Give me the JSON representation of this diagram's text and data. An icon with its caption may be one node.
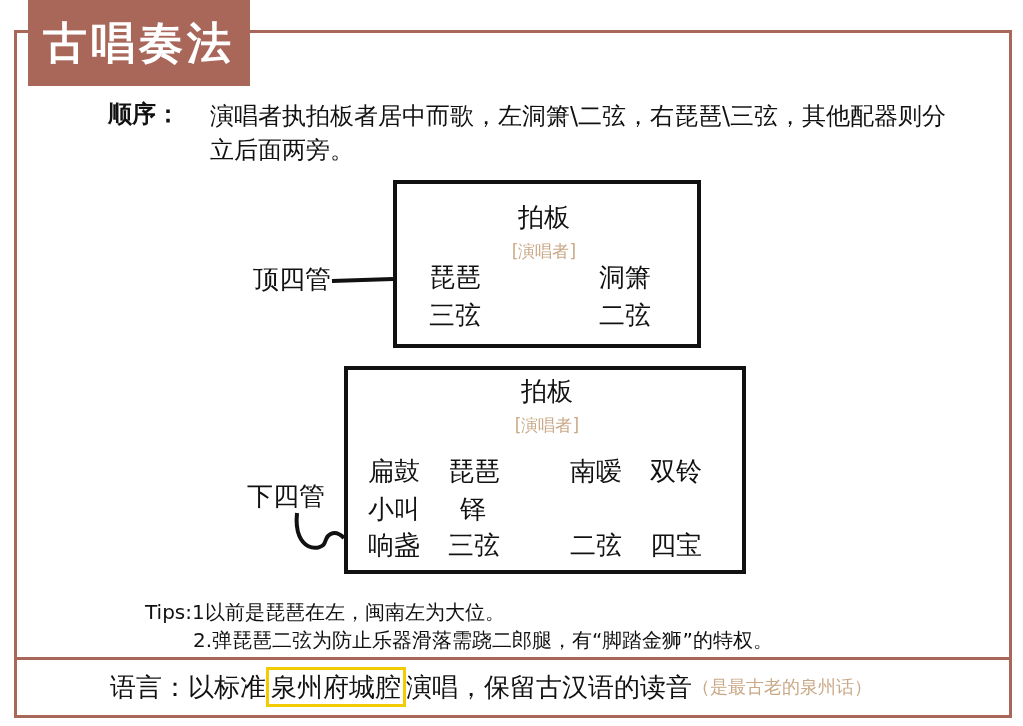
{
  "diagram": {
    "title": "古唱奏法",
    "nodes": [
      {
        "text": [
          "拍板",
          "[演唱者]",
          "琵琶",
          "洞箫",
          "三弦",
          "二弦"
        ]
      },
      {
        "text": [
          "顶四管"
        ]
      },
      {
        "text": [
          "拍板",
          "[演唱者]",
          "扁鼓",
          "琵琶",
          "南嗳",
          "双铃",
          "小叫",
          "铎",
          "响盏",
          "三弦",
          "二弦",
          "四宝"
        ]
      },
      {
        "text": [
          "下四管"
        ]
      },
      {
        "text": [
          "泉州府城腔"
        ]
      }
    ],
    "edges": [
      {
        "from": 1,
        "to": 0,
        "arrow": "none"
      },
      {
        "from": 3,
        "to": 2,
        "arrow": "none"
      }
    ],
    "labels": [
      "顺序：",
      "演唱者执拍板者居中而歌，左洞箫\\二弦，右琵琶\\三弦，其他配器则分立后面两旁。",
      "Tips:1以前是琵琶在左，闽南左为大位。",
      "2.弹琵琶二弦为防止乐器滑落需跷二郎腿，有“脚踏金狮”的特权。",
      "语言：以标准",
      "演唱，保留古汉语的读音",
      "（是最古老的泉州话）"
    ]
  }
}
